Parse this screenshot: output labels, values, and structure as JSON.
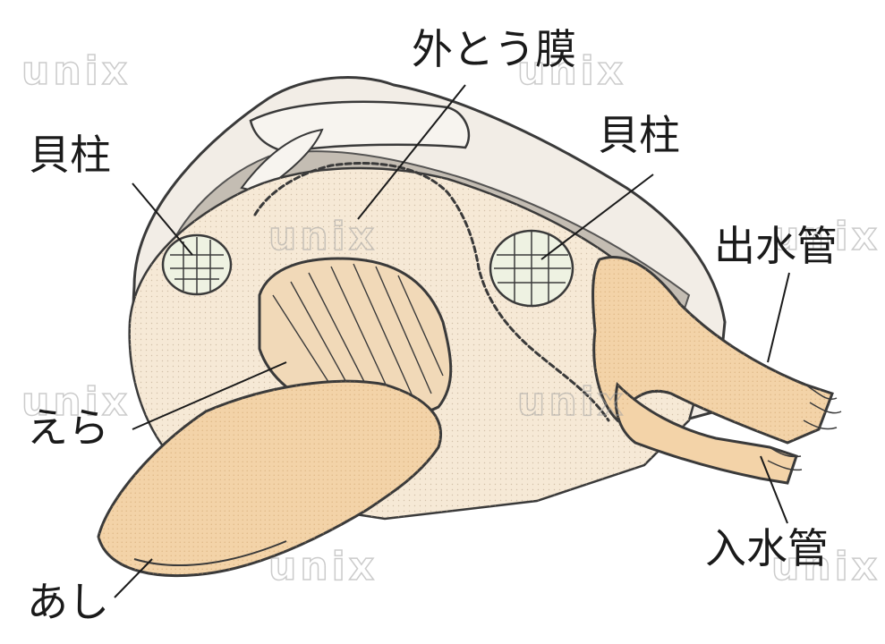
{
  "labels": {
    "mantle": "外とう膜",
    "adductor_left": "貝柱",
    "adductor_right": "貝柱",
    "excurrent_siphon": "出水管",
    "gills": "えら",
    "foot": "あし",
    "incurrent_siphon": "入水管"
  },
  "watermark": "unix",
  "colors": {
    "outline": "#3a3a3a",
    "foot_fill": "#f3d3a8",
    "body_fill": "#f6e9d6",
    "mantle_fill": "#f7ecdc",
    "shell_fill": "#f2ede6",
    "shadow_fill": "#bcb5ab",
    "gill_fill": "#f1d9b8",
    "adductor_fill": "#eef2e2"
  }
}
